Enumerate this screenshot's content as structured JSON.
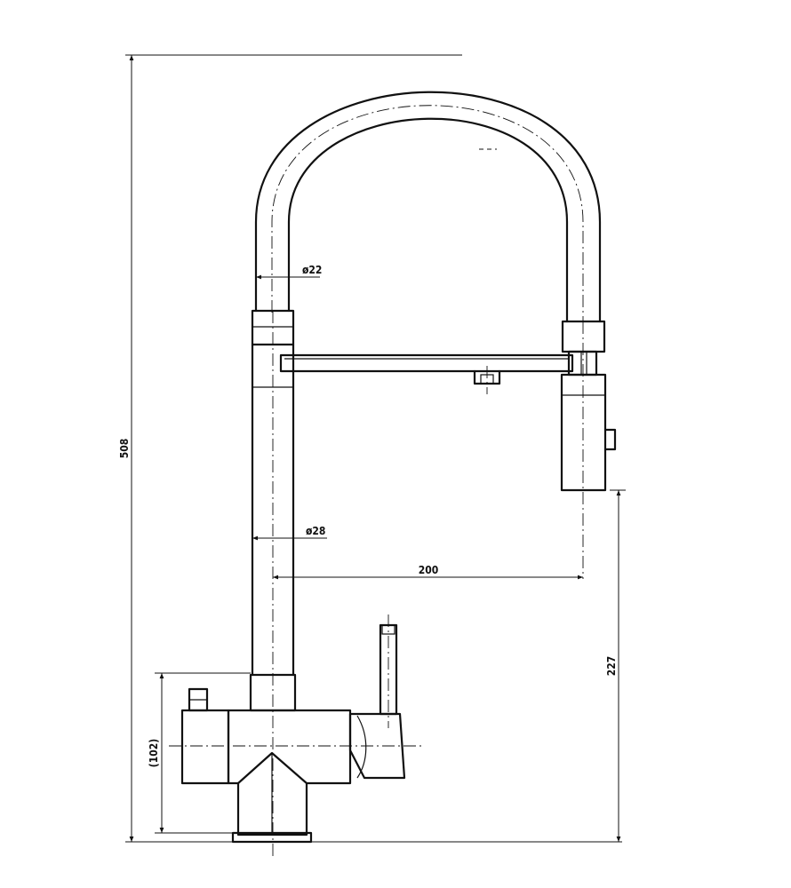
{
  "dimensions": {
    "total_height": "508",
    "hose_diameter": "ø22",
    "body_diameter": "ø28",
    "reach": "200",
    "spray_height": "227",
    "base_height": "(102)"
  }
}
